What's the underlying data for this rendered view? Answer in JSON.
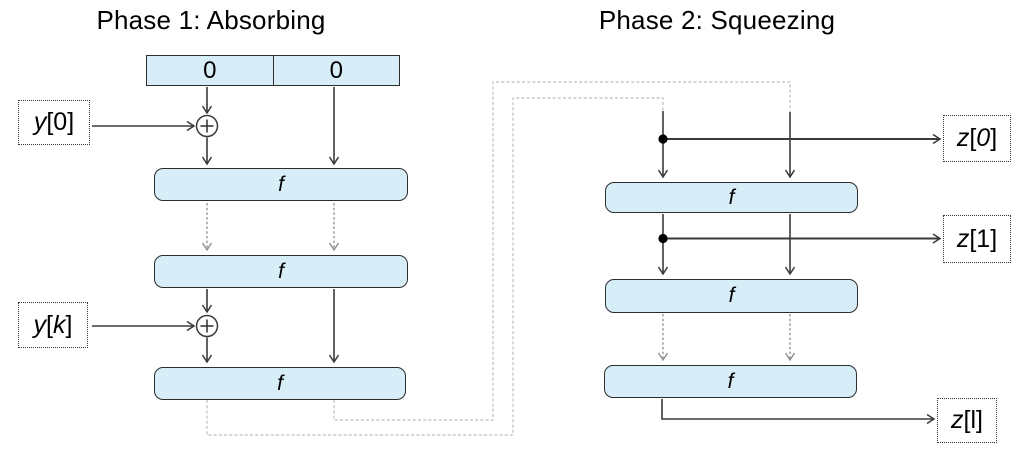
{
  "colors": {
    "background": "#ffffff",
    "box_fill": "#d7eef9",
    "box_border": "#2d2d2d",
    "arrow_dark": "#3a3a3a",
    "arrow_gray": "#8f8f8f",
    "feedback_gray": "#c8c8c8",
    "text": "#000000"
  },
  "phase1": {
    "title": "Phase 1: Absorbing",
    "state_cells": [
      "0",
      "0"
    ],
    "f_labels": [
      "f",
      "f",
      "f"
    ],
    "inputs": [
      {
        "text": "y[0]",
        "parts": [
          {
            "t": "y",
            "it": true
          },
          {
            "t": "[0]",
            "it": false
          }
        ]
      },
      {
        "text": "y[k]",
        "parts": [
          {
            "t": "y",
            "it": true
          },
          {
            "t": "[",
            "it": false
          },
          {
            "t": "k",
            "it": true
          },
          {
            "t": "]",
            "it": false
          }
        ]
      }
    ]
  },
  "phase2": {
    "title": "Phase 2: Squeezing",
    "f_labels": [
      "f",
      "f",
      "f"
    ],
    "outputs": [
      {
        "text": "z[0]",
        "parts": [
          {
            "t": "z",
            "it": true
          },
          {
            "t": "[",
            "it": false
          },
          {
            "t": "0",
            "it": true
          },
          {
            "t": "]",
            "it": false
          }
        ]
      },
      {
        "text": "z[1]",
        "parts": [
          {
            "t": "z",
            "it": true
          },
          {
            "t": "[1]",
            "it": false
          }
        ]
      },
      {
        "text": "z[l]",
        "parts": [
          {
            "t": "z",
            "it": true
          },
          {
            "t": "[l]",
            "it": false
          }
        ]
      }
    ]
  },
  "icons": {
    "xor": "circled-plus",
    "junction": "filled-dot",
    "arrowhead": "open-v"
  }
}
